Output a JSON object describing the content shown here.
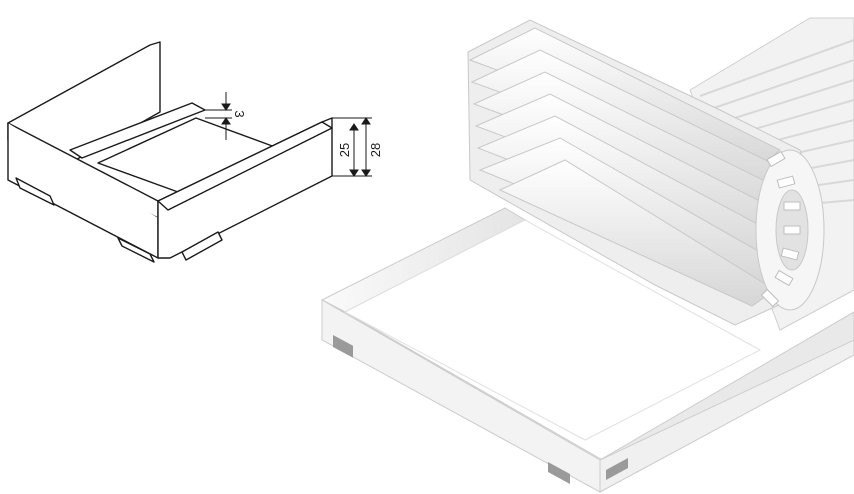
{
  "line_drawing": {
    "dimensions": {
      "bar_thickness": "3",
      "frame_height_inner": "25",
      "frame_height_outer": "28"
    }
  },
  "colors": {
    "line": "#1a1a1a",
    "grate_white": "#f4f4f4",
    "grate_shade": "#d9d9d9",
    "frame_white": "#f7f7f7",
    "clip_grey": "#9a9a9a"
  }
}
